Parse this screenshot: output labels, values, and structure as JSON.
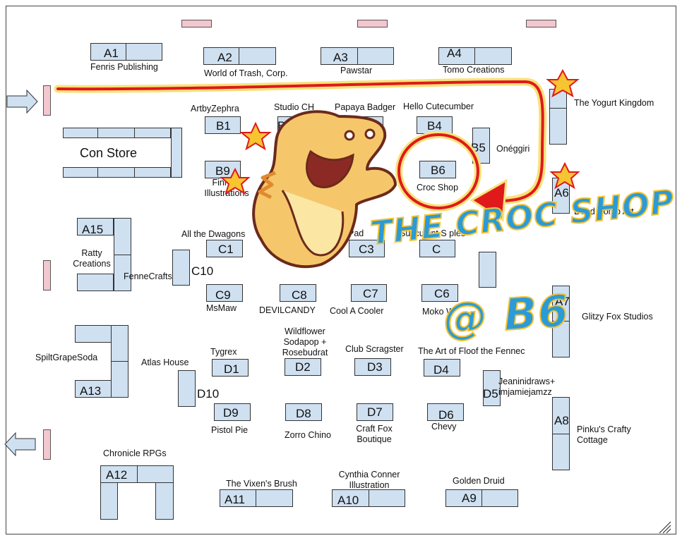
{
  "map": {
    "con_store": "Con Store",
    "booths": {
      "A1": {
        "code": "A1",
        "name": "Fenris Publishing"
      },
      "A2": {
        "code": "A2",
        "name": "World of Trash, Corp."
      },
      "A3": {
        "code": "A3",
        "name": "Pawstar"
      },
      "A4": {
        "code": "A4",
        "name": "Tomo Creations"
      },
      "A5": {
        "code": "",
        "name": "The Yogurt Kingdom"
      },
      "A6": {
        "code": "A6",
        "name": "Dead Bomb Art"
      },
      "A7": {
        "code": "A7",
        "name": "Glitzy Fox Studios"
      },
      "A8": {
        "code": "A8",
        "name": "Pinku's Crafty Cottage"
      },
      "A9": {
        "code": "A9",
        "name": "Golden Druid"
      },
      "A10": {
        "code": "A10",
        "name": "Cynthia Conner Illustration"
      },
      "A11": {
        "code": "A11",
        "name": "The Vixen's Brush"
      },
      "A12": {
        "code": "A12",
        "name": "Chronicle RPGs"
      },
      "A13": {
        "code": "A13",
        "name": "SpiltGrapeSoda"
      },
      "A15": {
        "code": "A15",
        "name": "Ratty Creations"
      },
      "B1": {
        "code": "B1",
        "name": "ArtbyZephra"
      },
      "B2": {
        "code": "B2",
        "name": "Studio CH"
      },
      "B3": {
        "code": "",
        "name": "Papaya Badger"
      },
      "B4": {
        "code": "B4",
        "name": "Hello Cutecumber"
      },
      "B5": {
        "code": "B5",
        "name": "Onéggiri"
      },
      "B6": {
        "code": "B6",
        "name": "Croc Shop"
      },
      "B9": {
        "code": "B9",
        "name": "Finne  x Illustrations"
      },
      "C1": {
        "code": "C1",
        "name": "All the Dwagons"
      },
      "C3": {
        "code": "C3",
        "name": "Pad"
      },
      "C4": {
        "code": "C",
        "name": "Succulent S  ples"
      },
      "C6": {
        "code": "C6",
        "name": "Moko  W"
      },
      "C7": {
        "code": "C7",
        "name": "Cool A  Cooler"
      },
      "C8": {
        "code": "C8",
        "name": "DEVILCANDY"
      },
      "C9": {
        "code": "C9",
        "name": "MsMaw"
      },
      "C10": {
        "code": "C10",
        "name": "FenneCrafts"
      },
      "D1": {
        "code": "D1",
        "name": "Tygrex"
      },
      "D2": {
        "code": "D2",
        "name": "Wildflower Sodapop + Rosebudrat"
      },
      "D3": {
        "code": "D3",
        "name": "Club Scragster"
      },
      "D4": {
        "code": "D4",
        "name": "The Art of Floof the Fennec"
      },
      "D5": {
        "code": "D5",
        "name": "Jeaninidraws+ imjamiejamzz"
      },
      "D6": {
        "code": "D6",
        "name": "Chevy"
      },
      "D7": {
        "code": "D7",
        "name": "Craft Fox Boutique"
      },
      "D8": {
        "code": "D8",
        "name": "Zorro Chino"
      },
      "D9": {
        "code": "D9",
        "name": "Pistol Pie"
      },
      "D10": {
        "code": "D10",
        "name": "Atlas House"
      }
    }
  },
  "annotation": {
    "line1": "THE CROC SHOP",
    "line2": "@ B6",
    "colors": {
      "text": "#2a9bd8",
      "outline": "#f3c233",
      "path": "#e0191b",
      "highlight": "#f7e27a",
      "star": "#f7c531"
    }
  },
  "icons": [
    "entrance-arrow-icon",
    "exit-arrow-icon",
    "star-icon",
    "crocodile-mascot",
    "resize-grip-icon"
  ]
}
